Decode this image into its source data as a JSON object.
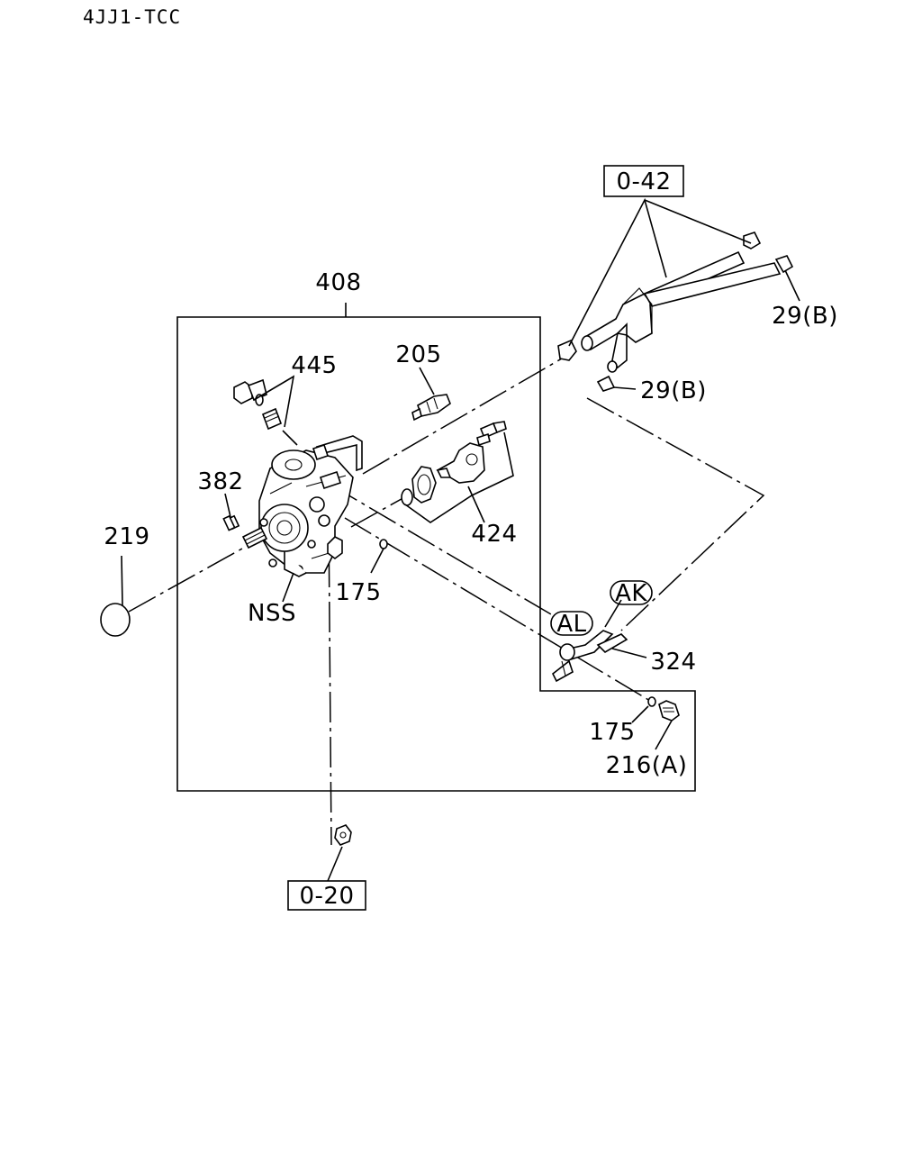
{
  "header": {
    "model_code": "4JJ1-TCC"
  },
  "callouts": {
    "ref_0_42": "0-42",
    "ref_0_20": "0-20",
    "p408": "408",
    "p445": "445",
    "p205": "205",
    "p382": "382",
    "p219": "219",
    "p424": "424",
    "p175_upper": "175",
    "nss": "NSS",
    "p29b_upper": "29(B)",
    "p29b_lower": "29(B)",
    "p324": "324",
    "p175_lower": "175",
    "p216a": "216(A)",
    "ak": "AK",
    "al": "AL"
  }
}
